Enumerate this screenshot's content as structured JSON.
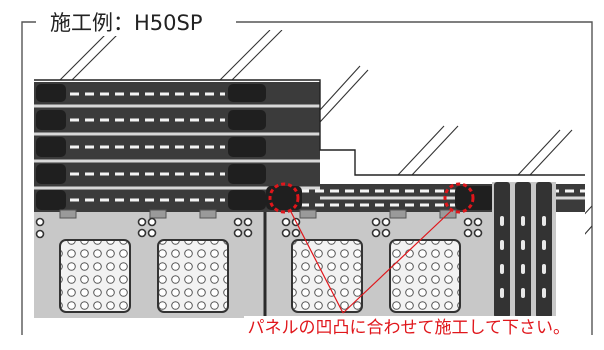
{
  "diagram": {
    "title": "施工例：H50SP",
    "caption": "パネルの凹凸に合わせて施工して下さい。",
    "colors": {
      "frame": "#555555",
      "hatch": "#333333",
      "panel_dark": "#3b3b3b",
      "panel_gray": "#c8c8c8",
      "panel_light": "#e6e6e6",
      "highlight": "#e0161b"
    },
    "callout_count": 2
  }
}
